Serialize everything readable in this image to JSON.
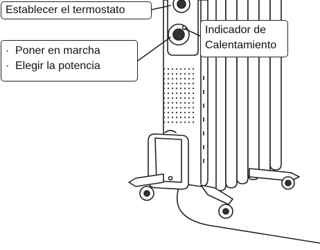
{
  "labels": {
    "thermostat": "Establecer el termostato",
    "indicator_line1": "Indicador de",
    "indicator_line2": "Calentamiento",
    "functions": [
      "Poner en marcha",
      "Elegir la potencia"
    ]
  },
  "colors": {
    "outline": "#222222",
    "background": "#ffffff",
    "knob_dark": "#333333"
  }
}
